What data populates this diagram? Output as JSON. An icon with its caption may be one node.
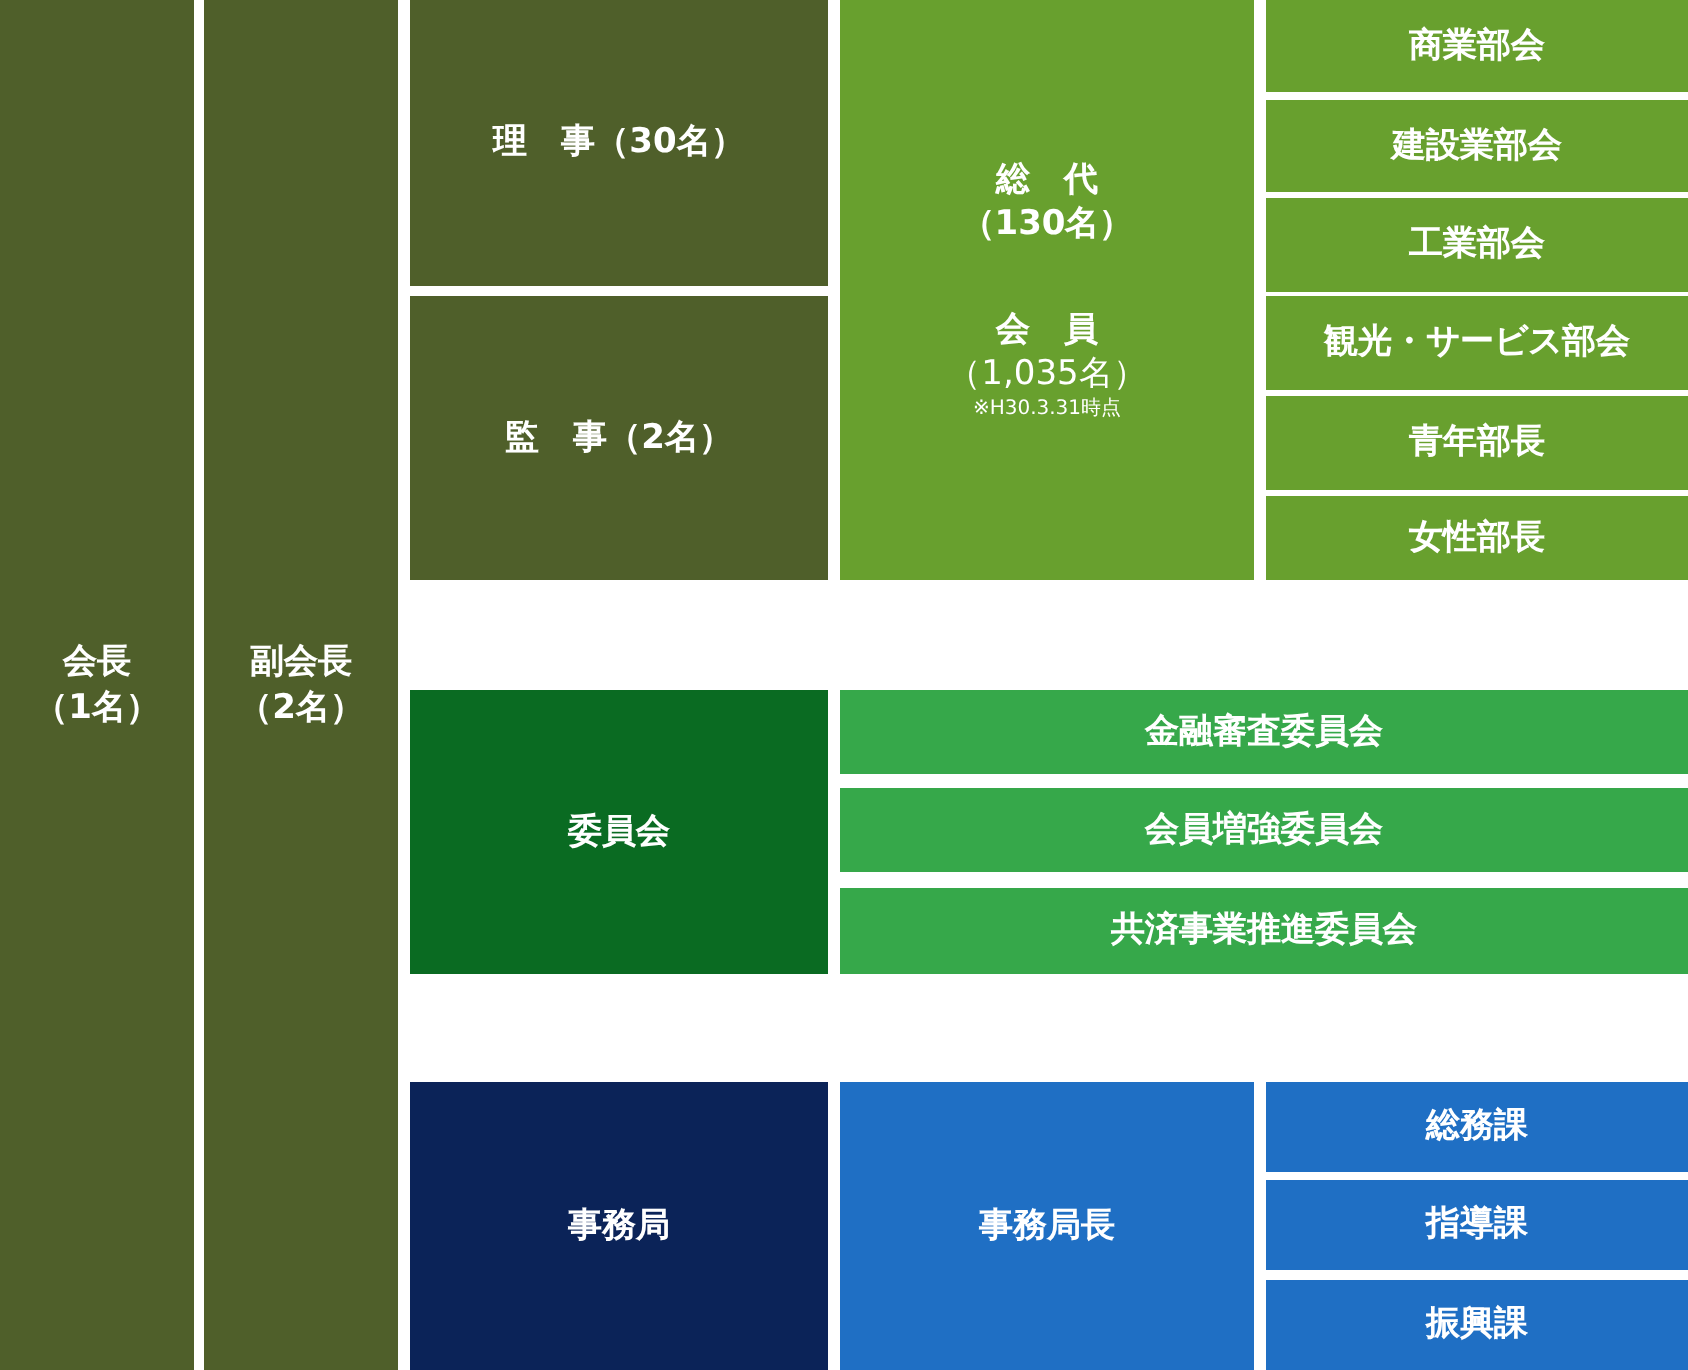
{
  "diagram": {
    "nodes": [
      {
        "text": [
          "会長",
          "（1名）"
        ]
      },
      {
        "text": [
          "副会長",
          "（2名）"
        ]
      },
      {
        "text": [
          "理　事（30名）"
        ]
      },
      {
        "text": [
          "監　事（2名）"
        ]
      },
      {
        "text": [
          "総　代",
          "（130名）",
          "会　員",
          "（1,035名）",
          "※H30.3.31時点"
        ]
      },
      {
        "text": [
          "商業部会"
        ]
      },
      {
        "text": [
          "建設業部会"
        ]
      },
      {
        "text": [
          "工業部会"
        ]
      },
      {
        "text": [
          "観光・サービス部会"
        ]
      },
      {
        "text": [
          "青年部長"
        ]
      },
      {
        "text": [
          "女性部長"
        ]
      },
      {
        "text": [
          "委員会"
        ]
      },
      {
        "text": [
          "金融審査委員会"
        ]
      },
      {
        "text": [
          "会員増強委員会"
        ]
      },
      {
        "text": [
          "共済事業推進委員会"
        ]
      },
      {
        "text": [
          "事務局"
        ]
      },
      {
        "text": [
          "事務局長"
        ]
      },
      {
        "text": [
          "総務課"
        ]
      },
      {
        "text": [
          "指導課"
        ]
      },
      {
        "text": [
          "振興課"
        ]
      }
    ],
    "edges": []
  }
}
